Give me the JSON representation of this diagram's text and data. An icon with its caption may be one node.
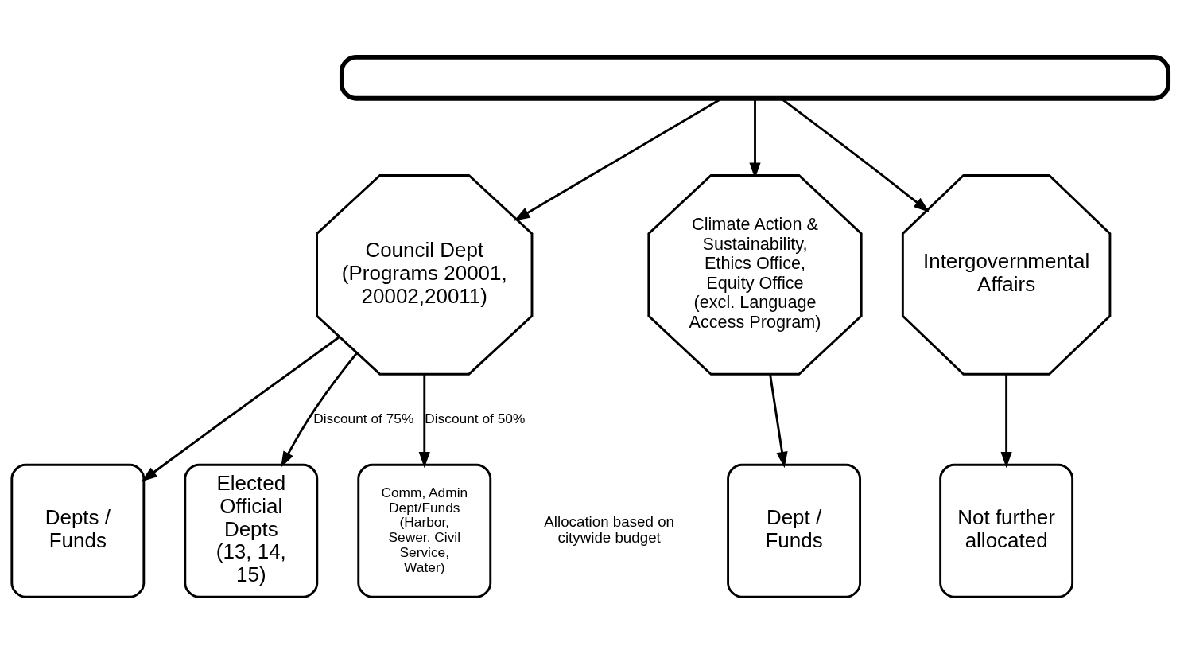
{
  "diagram": {
    "nodes": [
      {
        "text": [],
        "shape": "box"
      },
      {
        "text": [
          "Council Dept (Programs 20001, 20002,20011)"
        ]
      },
      {
        "text": [
          "Climate Action & Sustainability, Ethics Office, Equity Office (excl. Language Access Program)"
        ]
      },
      {
        "text": [
          "Intergovernmental Affairs"
        ]
      },
      {
        "text": [
          "Depts / Funds"
        ]
      },
      {
        "text": [
          "Elected Official Depts (13, 14, 15)"
        ]
      },
      {
        "text": [
          "Comm, Admin Dept/Funds (Harbor, Sewer, Civil Service, Water)"
        ]
      },
      {
        "text": [
          "Dept / Funds"
        ]
      },
      {
        "text": [
          "Not further allocated"
        ]
      }
    ],
    "edges": [
      {
        "from": 0,
        "to": 1,
        "arrow": "to"
      },
      {
        "from": 0,
        "to": 2,
        "arrow": "to"
      },
      {
        "from": 0,
        "to": 3,
        "arrow": "to"
      },
      {
        "from": 1,
        "to": 4,
        "arrow": "to"
      },
      {
        "from": 1,
        "to": 5,
        "label": "Discount of 75%",
        "arrow": "to"
      },
      {
        "from": 1,
        "to": 6,
        "label": "Discount of 50%",
        "arrow": "to"
      },
      {
        "from": 2,
        "to": 7,
        "arrow": "to"
      },
      {
        "from": 3,
        "to": 8,
        "arrow": "to"
      }
    ],
    "labels": [
      "Allocation based on citywide budget"
    ]
  }
}
